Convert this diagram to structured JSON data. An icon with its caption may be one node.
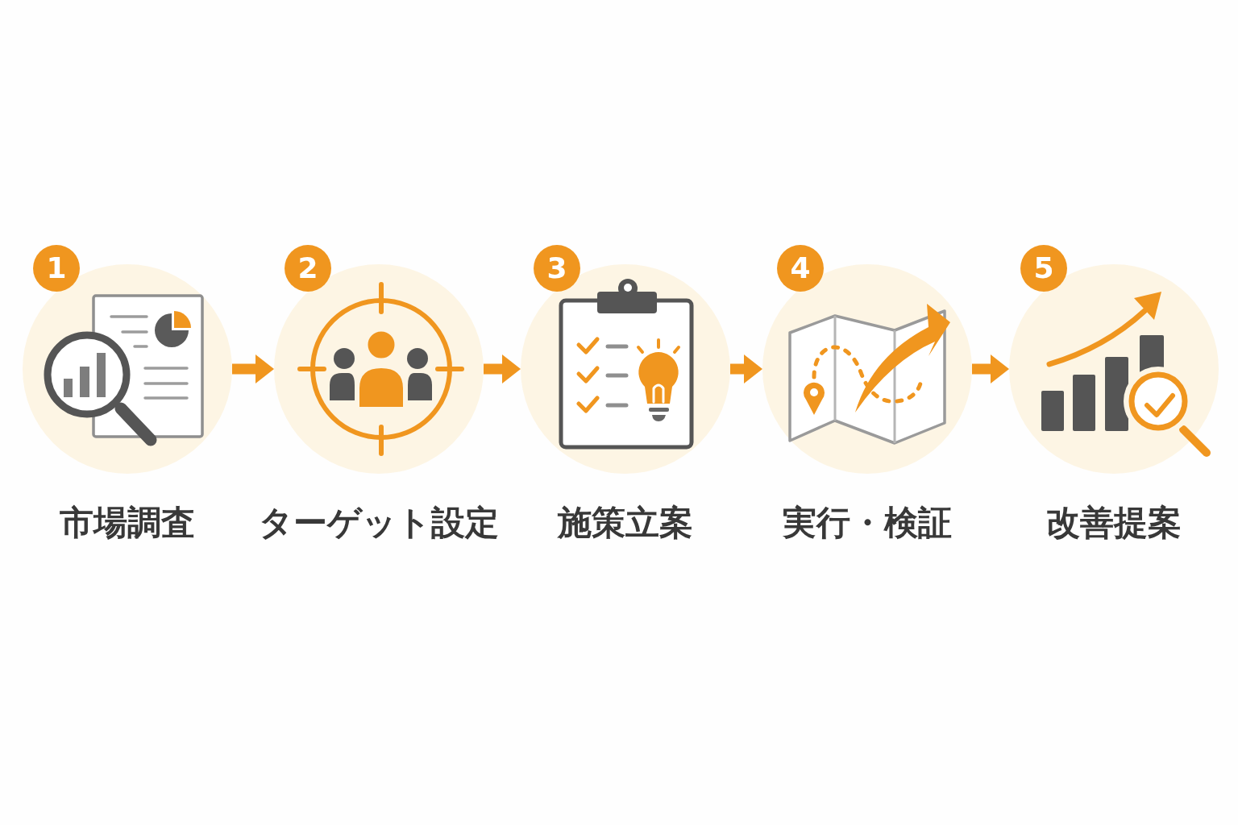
{
  "diagram": {
    "nodes": [
      {
        "text": [
          "1"
        ]
      },
      {
        "text": [
          "市場調査"
        ]
      },
      {
        "text": [
          "2"
        ]
      },
      {
        "text": [
          "ターゲット設定"
        ]
      },
      {
        "text": [
          "3"
        ]
      },
      {
        "text": [
          "施策立案"
        ]
      },
      {
        "text": [
          "4"
        ]
      },
      {
        "text": [
          "実行・検証"
        ]
      },
      {
        "text": [
          "5"
        ]
      },
      {
        "text": [
          "改善提案"
        ]
      }
    ],
    "edges": [
      {
        "from": 1,
        "to": 3,
        "arrow": "to"
      },
      {
        "from": 3,
        "to": 5,
        "arrow": "to"
      },
      {
        "from": 5,
        "to": 7,
        "arrow": "to"
      },
      {
        "from": 7,
        "to": 9,
        "arrow": "to"
      }
    ]
  }
}
